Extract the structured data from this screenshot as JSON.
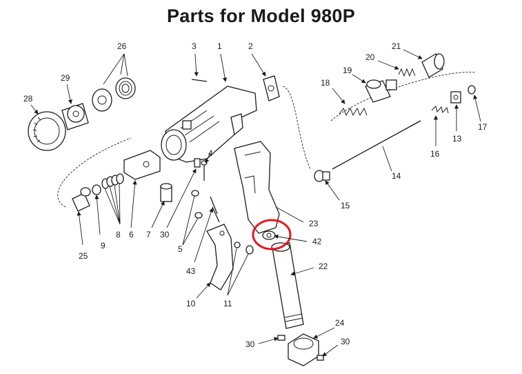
{
  "title": "Parts for Model 980P",
  "callouts": {
    "p1": "1",
    "p2": "2",
    "p3": "3",
    "p4": "4",
    "p5": "5",
    "p6": "6",
    "p7": "7",
    "p8": "8",
    "p9": "9",
    "p10": "10",
    "p11": "11",
    "p13": "13",
    "p14": "14",
    "p15": "15",
    "p16": "16",
    "p17": "17",
    "p18": "18",
    "p19": "19",
    "p20": "20",
    "p21": "21",
    "p22": "22",
    "p23": "23",
    "p24": "24",
    "p25": "25",
    "p26": "26",
    "p28": "28",
    "p29": "29",
    "p30a": "30",
    "p30b": "30",
    "p30c": "30",
    "p42": "42",
    "p43": "43"
  },
  "highlight_color": "#e3191b"
}
